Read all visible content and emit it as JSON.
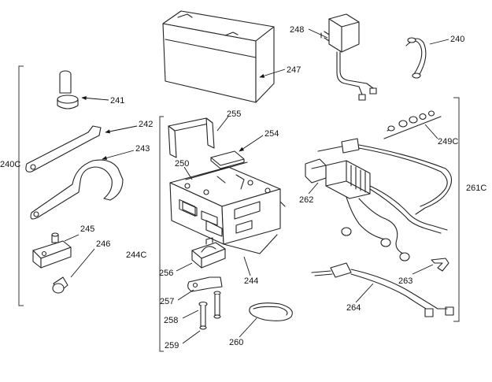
{
  "callouts": {
    "c240": "240",
    "c240c": "240C",
    "c241": "241",
    "c242": "242",
    "c243": "243",
    "c244": "244",
    "c244c": "244C",
    "c245": "245",
    "c246": "246",
    "c247": "247",
    "c248": "248",
    "c249c": "249C",
    "c250": "250",
    "c254": "254",
    "c255": "255",
    "c256": "256",
    "c257": "257",
    "c258": "258",
    "c259": "259",
    "c260": "260",
    "c261c": "261C",
    "c262": "262",
    "c263": "263",
    "c264": "264"
  },
  "colors": {
    "line": "#222222",
    "background": "#ffffff"
  }
}
